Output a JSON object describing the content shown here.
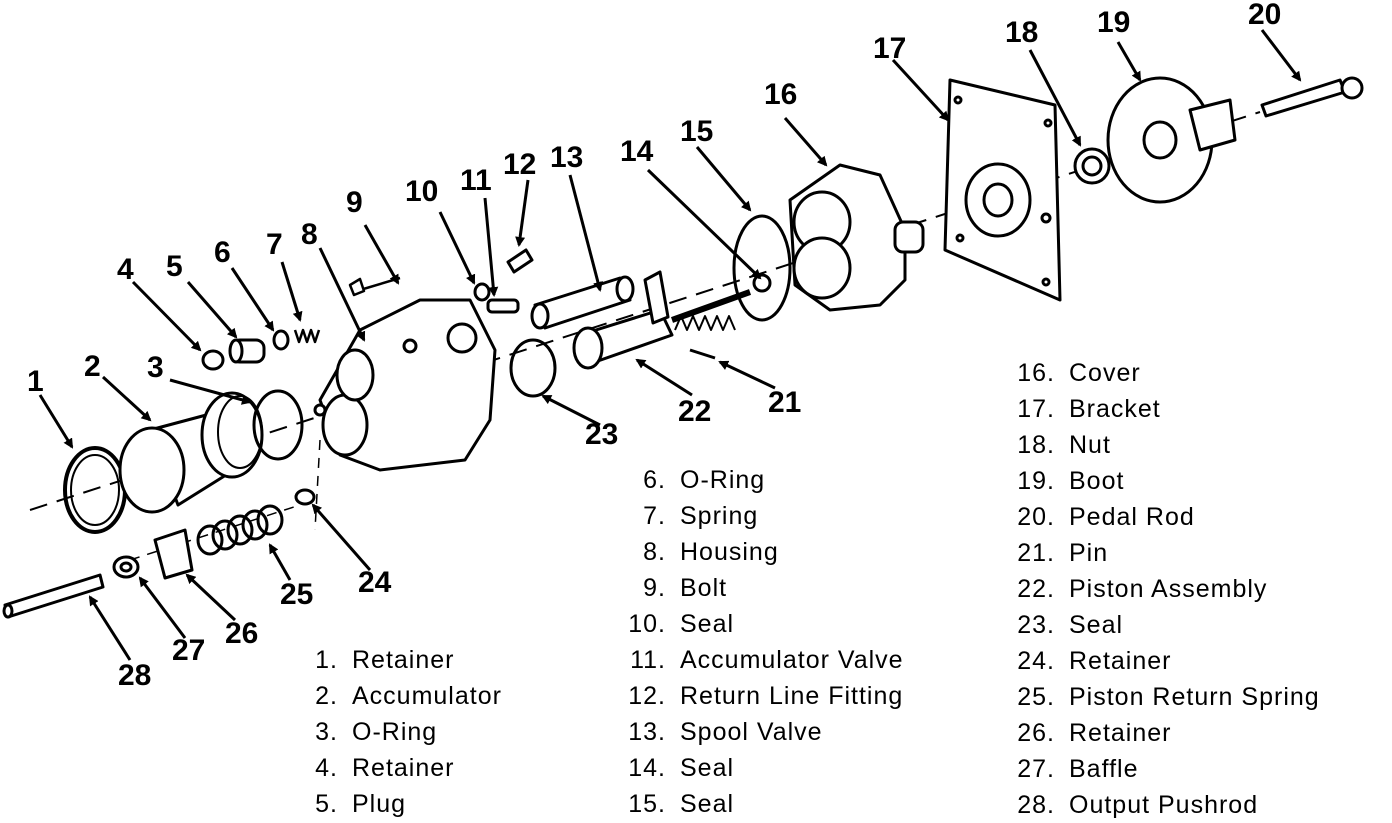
{
  "callouts": [
    "1",
    "2",
    "3",
    "4",
    "5",
    "6",
    "7",
    "8",
    "9",
    "10",
    "11",
    "12",
    "13",
    "14",
    "15",
    "16",
    "17",
    "18",
    "19",
    "20",
    "21",
    "22",
    "23",
    "24",
    "25",
    "26",
    "27",
    "28"
  ],
  "legend": [
    {
      "num": "1.",
      "label": "Retainer"
    },
    {
      "num": "2.",
      "label": "Accumulator"
    },
    {
      "num": "3.",
      "label": "O-Ring"
    },
    {
      "num": "4.",
      "label": "Retainer"
    },
    {
      "num": "5.",
      "label": "Plug"
    },
    {
      "num": "6.",
      "label": "O-Ring"
    },
    {
      "num": "7.",
      "label": "Spring"
    },
    {
      "num": "8.",
      "label": "Housing"
    },
    {
      "num": "9.",
      "label": "Bolt"
    },
    {
      "num": "10.",
      "label": "Seal"
    },
    {
      "num": "11.",
      "label": "Accumulator Valve"
    },
    {
      "num": "12.",
      "label": "Return Line Fitting"
    },
    {
      "num": "13.",
      "label": "Spool Valve"
    },
    {
      "num": "14.",
      "label": "Seal"
    },
    {
      "num": "15.",
      "label": "Seal"
    },
    {
      "num": "16.",
      "label": "Cover"
    },
    {
      "num": "17.",
      "label": "Bracket"
    },
    {
      "num": "18.",
      "label": "Nut"
    },
    {
      "num": "19.",
      "label": "Boot"
    },
    {
      "num": "20.",
      "label": "Pedal Rod"
    },
    {
      "num": "21.",
      "label": "Pin"
    },
    {
      "num": "22.",
      "label": "Piston Assembly"
    },
    {
      "num": "23.",
      "label": "Seal"
    },
    {
      "num": "24.",
      "label": "Retainer"
    },
    {
      "num": "25.",
      "label": "Piston Return Spring"
    },
    {
      "num": "26.",
      "label": "Retainer"
    },
    {
      "num": "27.",
      "label": "Baffle"
    },
    {
      "num": "28.",
      "label": "Output Pushrod"
    }
  ]
}
